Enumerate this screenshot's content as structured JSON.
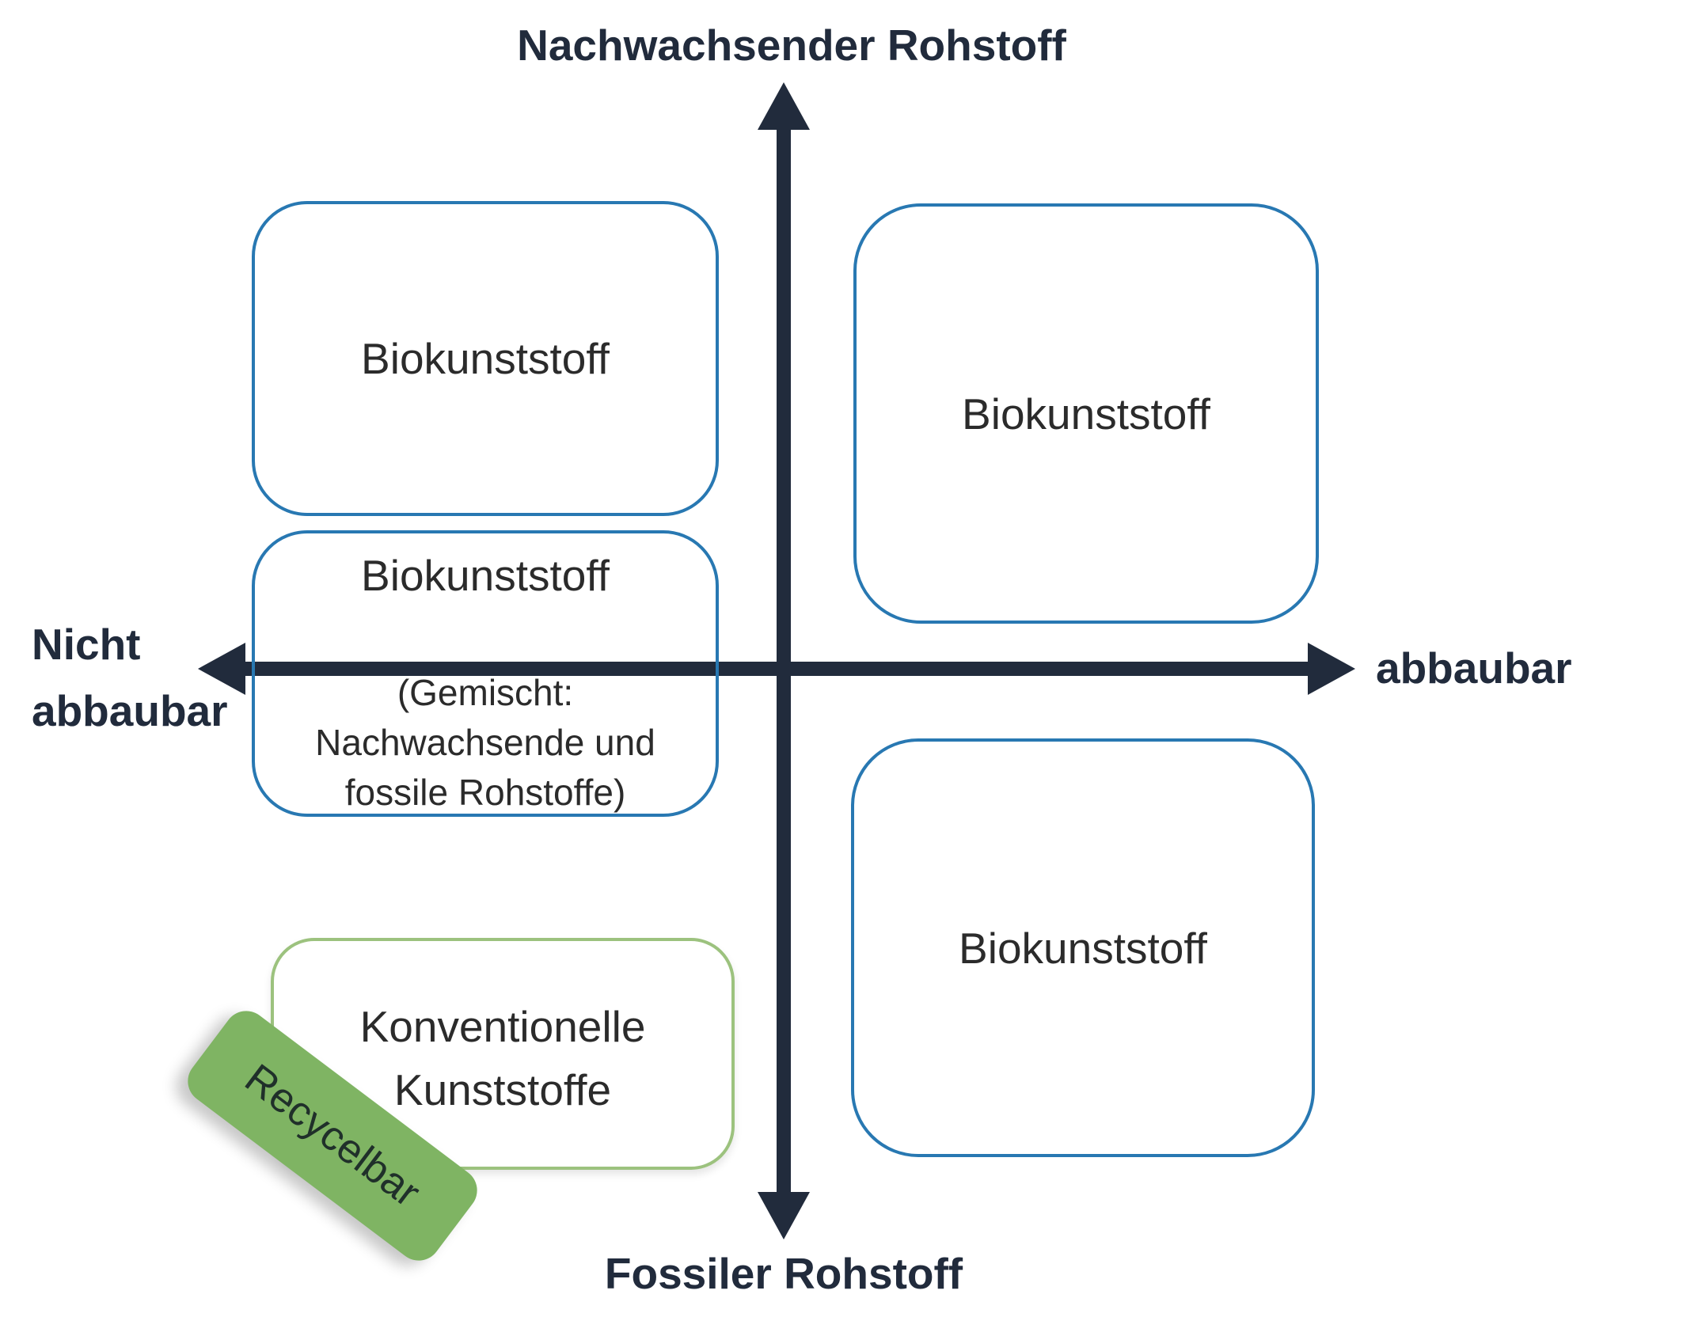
{
  "colors": {
    "axis": "#212B3C",
    "label_text": "#212B3C",
    "blue": "#2878B2",
    "green": "#9CC27E",
    "box_text": "#2B2B2B",
    "badge_bg": "#7FB463",
    "badge_text": "#20302A"
  },
  "axes": {
    "top_label": "Nachwachsender Rohstoff",
    "bottom_label": "Fossiler Rohstoff",
    "left_label_line1": "Nicht",
    "left_label_line2": "abbaubar",
    "right_label": "abbaubar"
  },
  "boxes": {
    "top_left": {
      "label": "Biokunststoff"
    },
    "mid_left": {
      "label": "Biokunststoff",
      "sub_line1": "(Gemischt:",
      "sub_line2": "Nachwachsende und",
      "sub_line3": "fossile Rohstoffe)"
    },
    "top_right": {
      "label": "Biokunststoff"
    },
    "bottom_right": {
      "label": "Biokunststoff"
    },
    "bottom_left": {
      "line1": "Konventionelle",
      "line2": "Kunststoffe"
    }
  },
  "badge": {
    "label": "Recycelbar"
  }
}
